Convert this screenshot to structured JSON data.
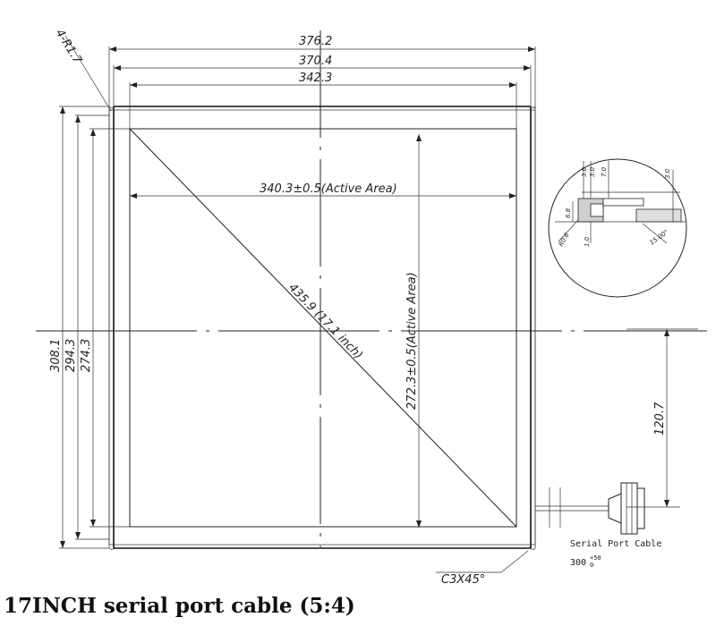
{
  "caption": "17INCH serial port cable (5:4)",
  "dimensions": {
    "width_overall": "376.2",
    "width_mid": "370.4",
    "width_inner": "342.3",
    "active_width": "340.3±0.5(Active Area)",
    "height_overall": "308.1",
    "height_mid": "294.3",
    "height_inner": "274.3",
    "active_height": "272.3±0.5(Active Area)",
    "diagonal": "435.9 (17.1 inch)",
    "cable_offset": "120.7",
    "corner_radius": "4-R1.7",
    "chamfer": "C3X45°"
  },
  "detail": {
    "dims": [
      "3.0",
      "3.0",
      "7.0",
      "3.0",
      "6.8",
      "1.0",
      "R0.6",
      "15.00°"
    ]
  },
  "cable": {
    "label": "Serial Port Cable",
    "length": "300",
    "tolerance_upper": "+50",
    "tolerance_lower": "0"
  }
}
